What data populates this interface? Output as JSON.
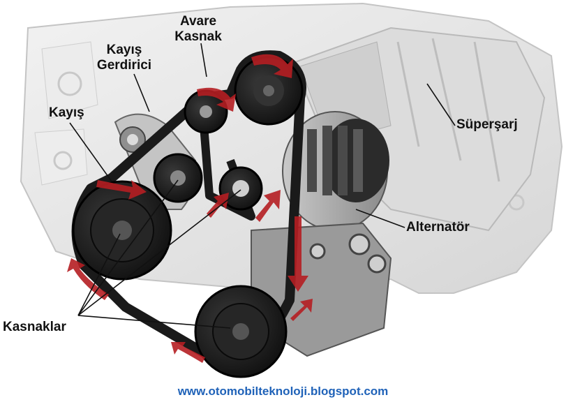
{
  "labels": {
    "idler_pulley_line1": "Avare",
    "idler_pulley_line2": "Kasnak",
    "tensioner_line1": "Kayış",
    "tensioner_line2": "Gerdirici",
    "belt": "Kayış",
    "supercharger": "Süperşarj",
    "alternator": "Alternatör",
    "pulleys": "Kasnaklar"
  },
  "footer": {
    "url": "www.otomobilteknoloji.blogspot.com"
  },
  "colors": {
    "belt": "#1a1a1a",
    "arrow": "#b51e22",
    "engine": "#e6e6e6",
    "url_text": "#1f62b8"
  }
}
